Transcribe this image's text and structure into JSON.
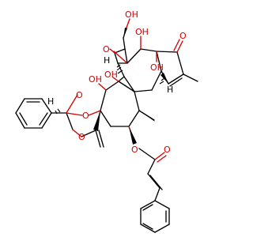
{
  "colors": {
    "carbon": "#000000",
    "oxygen": "#d40000",
    "background": "#ffffff"
  },
  "labels": {
    "hydroxymethyl_oh": "OH",
    "hydroxy_1": "OH",
    "hydroxy_2": "OH",
    "hydroxy_3": "OH",
    "hydroxy_4": "OH",
    "ketone_o": "O",
    "epoxide_o": "O",
    "ortho_ring_o1": "O",
    "ortho_ring_o2": "O",
    "ortho_ring_o3": "O",
    "ester_o": "O",
    "carbonyl_o": "O",
    "stereo_h1": "H",
    "stereo_h2": "H",
    "stereo_h3": "H"
  }
}
